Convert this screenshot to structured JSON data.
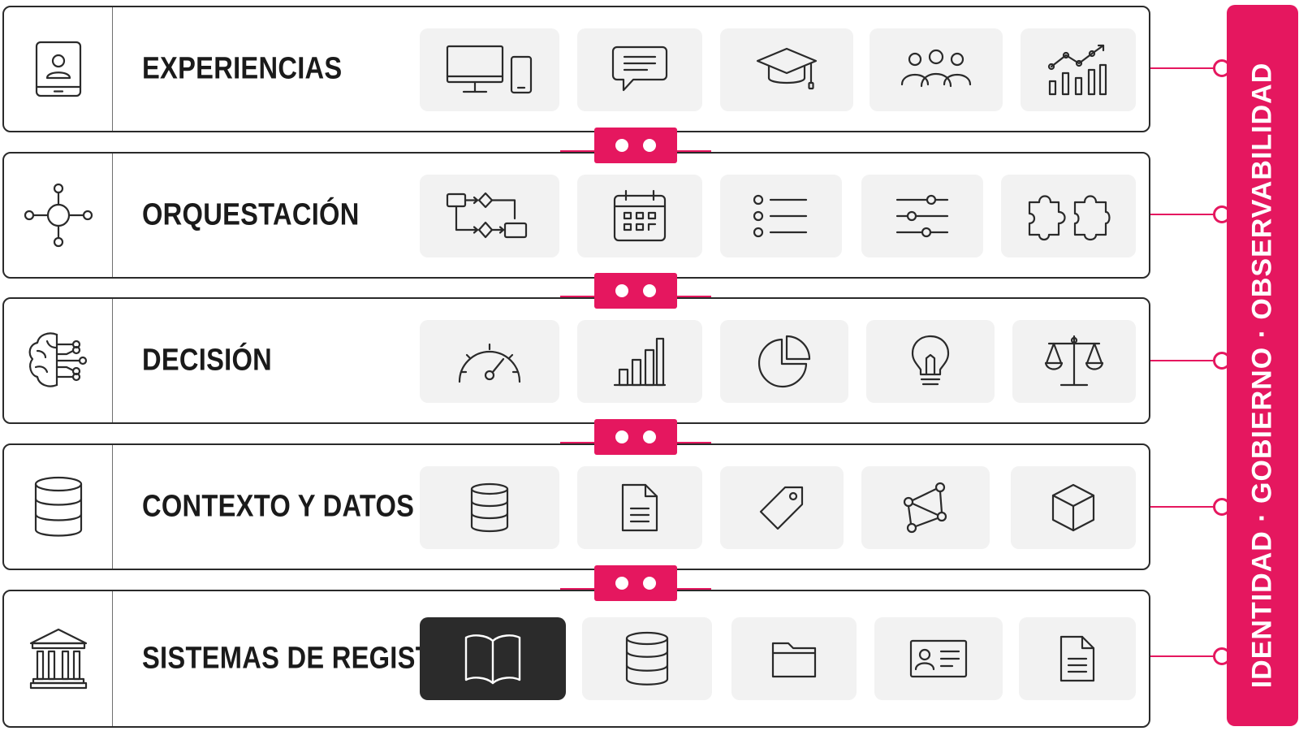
{
  "layers": [
    {
      "title": "EXPERIENCIAS",
      "icon": "tablet-user-icon",
      "tiles": [
        "monitor-phone-icon",
        "chat-bubble-icon",
        "graduation-cap-icon",
        "people-group-icon",
        "growth-chart-icon"
      ]
    },
    {
      "title": "ORQUESTACIÓN",
      "icon": "hub-node-icon",
      "tiles": [
        "workflow-icon",
        "calendar-icon",
        "list-icon",
        "sliders-icon",
        "puzzle-icon"
      ]
    },
    {
      "title": "DECISIÓN",
      "icon": "brain-circuit-icon",
      "tiles": [
        "speedometer-icon",
        "bar-chart-icon",
        "pie-chart-icon",
        "lightbulb-icon",
        "scales-icon"
      ]
    },
    {
      "title": "CONTEXTO Y DATOS",
      "icon": "database-icon",
      "tiles": [
        "database-icon",
        "document-icon",
        "tag-icon",
        "network-graph-icon",
        "cube-icon"
      ]
    },
    {
      "title": "SISTEMAS DE REGISTRO",
      "icon": "bank-building-icon",
      "tiles": [
        "open-book-icon",
        "database-icon",
        "folder-icon",
        "id-card-icon",
        "document-icon"
      ],
      "selected_tile": "open-book-icon"
    }
  ],
  "side_bar": {
    "label": "IDENTIDAD · GOBIERNO · OBSERVABILIDAD"
  },
  "colors": {
    "accent": "#e5175f",
    "selected_tile": "#2b2b2b",
    "tile": "#f2f2f2",
    "outline": "#2a2a2a"
  }
}
